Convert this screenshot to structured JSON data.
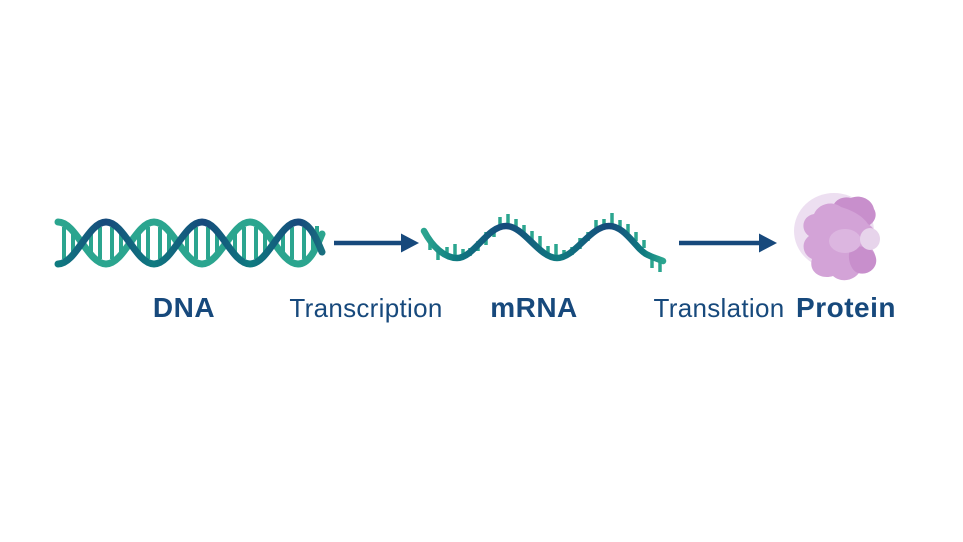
{
  "diagram": {
    "name": "central-dogma-flow",
    "stages": [
      {
        "id": "dna",
        "label": "DNA",
        "kind": "node",
        "icon": "dna-double-helix-icon"
      },
      {
        "id": "transcription",
        "label": "Transcription",
        "kind": "process",
        "icon": "right-arrow-icon"
      },
      {
        "id": "mrna",
        "label": "mRNA",
        "kind": "node",
        "icon": "mrna-strand-icon"
      },
      {
        "id": "translation",
        "label": "Translation",
        "kind": "process",
        "icon": "right-arrow-icon"
      },
      {
        "id": "protein",
        "label": "Protein",
        "kind": "node",
        "icon": "protein-blob-icon"
      }
    ],
    "colors": {
      "label_navy": "#17497C",
      "arrow_navy": "#17497C",
      "strand_green": "#2BA58F",
      "strand_teal": "#0F7B80",
      "strand_navy": "#16497C",
      "protein_light": "#EDDFF1",
      "protein_mid": "#D3A3D7",
      "protein_dark": "#C88FCC",
      "protein_patch_light": "#DCB6E0",
      "background": "#FFFFFF"
    }
  }
}
